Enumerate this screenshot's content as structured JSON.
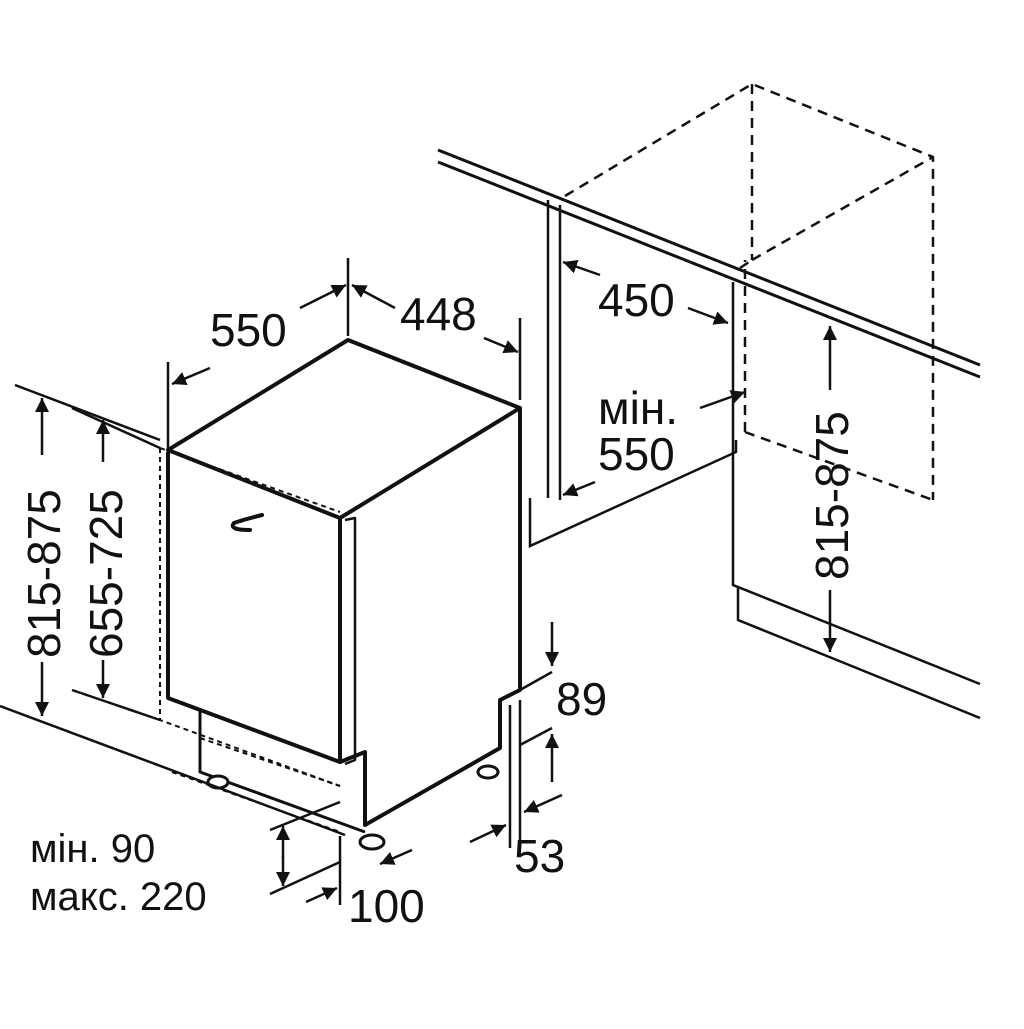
{
  "dimensions": {
    "width_550": "550",
    "width_448": "448",
    "niche_450": "450",
    "min_label": "мін.",
    "min_550": "550",
    "niche_height": "815-875",
    "total_height": "815-875",
    "door_height": "655-725",
    "plinth_89": "89",
    "plinth_53": "53",
    "plinth_100": "100",
    "plinth_min": "мін. 90",
    "plinth_max": "макс. 220"
  },
  "colors": {
    "line": "#111111",
    "background": "#ffffff"
  }
}
